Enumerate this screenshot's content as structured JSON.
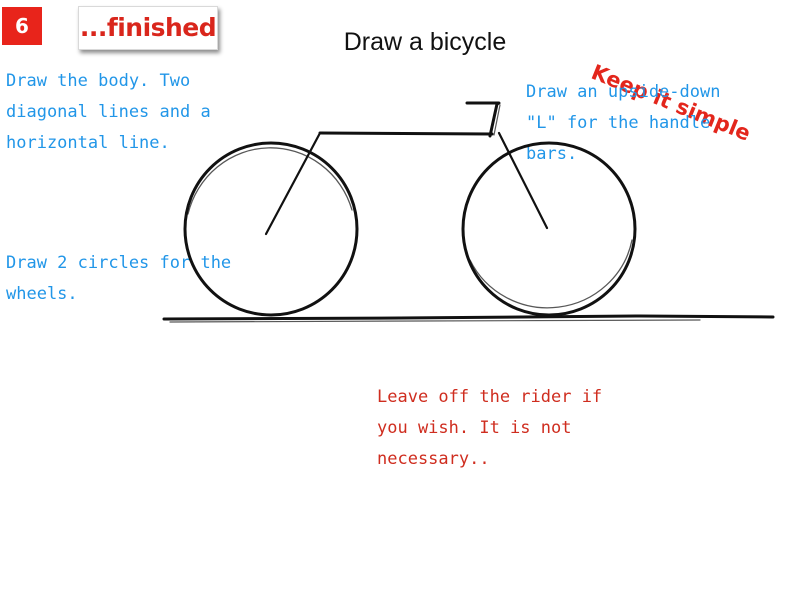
{
  "slide": {
    "step_number": "6",
    "status_tag": "...finished",
    "title": "Draw a bicycle",
    "stamp": "Keep it simple"
  },
  "notes": {
    "body": "Draw the body. Two diagonal lines and a horizontal line.",
    "handlebars": "Draw an upside-down \"L\" for the handle bars.",
    "wheels": "Draw 2 circles for the wheels.",
    "rider": "Leave off the rider if you wish. It is not necessary.."
  },
  "colors": {
    "badge": "#e8241b",
    "tag_text": "#d9261c",
    "stamp": "#e3261c",
    "note_blue": "#2196e8",
    "note_red": "#cf2d1f",
    "ink": "#111111"
  },
  "icons": {
    "drawing": "bicycle-sketch"
  }
}
